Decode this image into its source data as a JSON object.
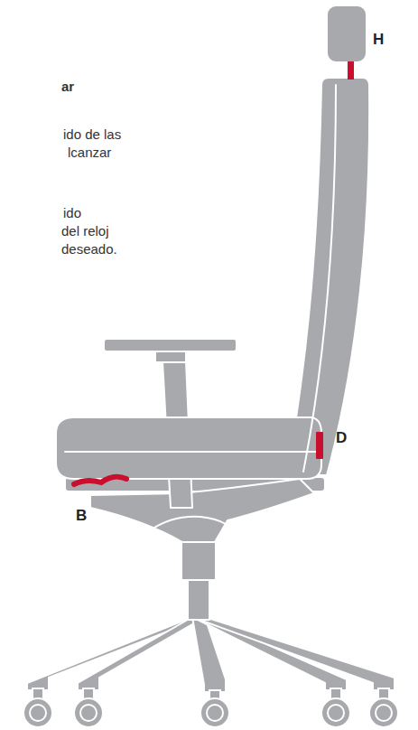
{
  "diagram": {
    "labels": [
      "ar",
      "ido de las",
      "lcanzar",
      "ido",
      "del reloj",
      "deseado.",
      "H",
      "D",
      "B"
    ]
  }
}
